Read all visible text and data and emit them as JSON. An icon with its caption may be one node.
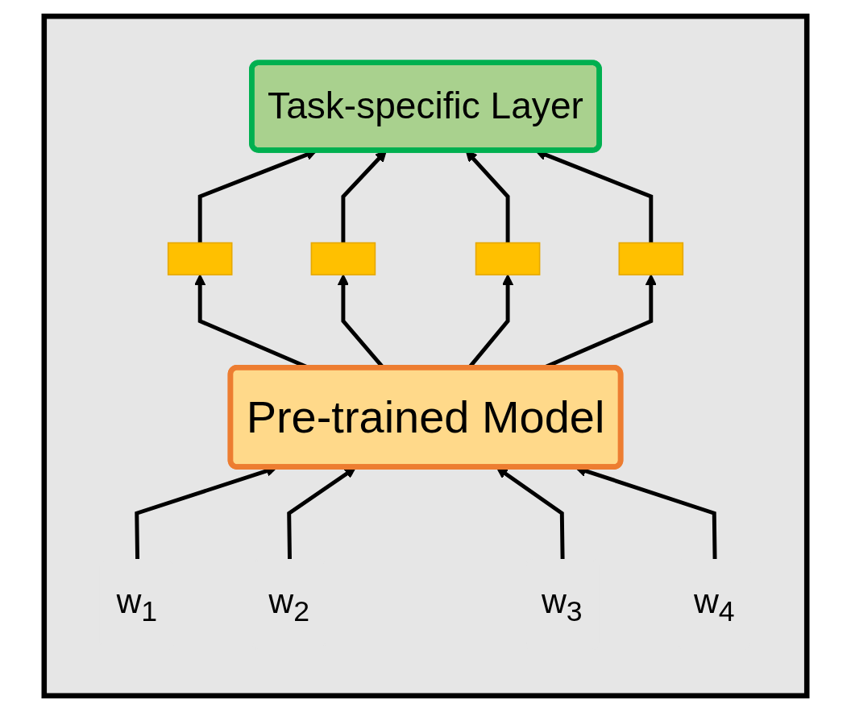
{
  "diagram": {
    "nodes": [
      {
        "text": [],
        "shape": "box"
      },
      {
        "text": [
          "Task-specific Layer"
        ],
        "in": 0
      },
      {
        "text": [],
        "shape": "bar",
        "in": 0
      },
      {
        "text": [],
        "shape": "bar",
        "in": 0
      },
      {
        "text": [],
        "shape": "bar",
        "in": 0
      },
      {
        "text": [],
        "shape": "bar",
        "in": 0
      },
      {
        "text": [
          "Pre-trained Model"
        ],
        "in": 0
      },
      {
        "text": [
          "w$_{1}$"
        ],
        "in": 0
      },
      {
        "text": [
          "w$_{2}$"
        ],
        "in": 0
      },
      {
        "text": [
          "w$_{3}$"
        ],
        "in": 0
      },
      {
        "text": [
          "w$_{4}$"
        ],
        "in": 0
      }
    ],
    "edges": [
      {
        "from": 7,
        "to": 6,
        "arrow": "to"
      },
      {
        "from": 8,
        "to": 6,
        "arrow": "to"
      },
      {
        "from": 9,
        "to": 6,
        "arrow": "to"
      },
      {
        "from": 10,
        "to": 6,
        "arrow": "to"
      },
      {
        "from": 6,
        "to": 2,
        "arrow": "to"
      },
      {
        "from": 6,
        "to": 3,
        "arrow": "to"
      },
      {
        "from": 6,
        "to": 4,
        "arrow": "to"
      },
      {
        "from": 6,
        "to": 5,
        "arrow": "to"
      },
      {
        "from": 2,
        "to": 1,
        "arrow": "to"
      },
      {
        "from": 3,
        "to": 1,
        "arrow": "to"
      },
      {
        "from": 4,
        "to": 1,
        "arrow": "to"
      },
      {
        "from": 5,
        "to": 1,
        "arrow": "to"
      }
    ]
  }
}
